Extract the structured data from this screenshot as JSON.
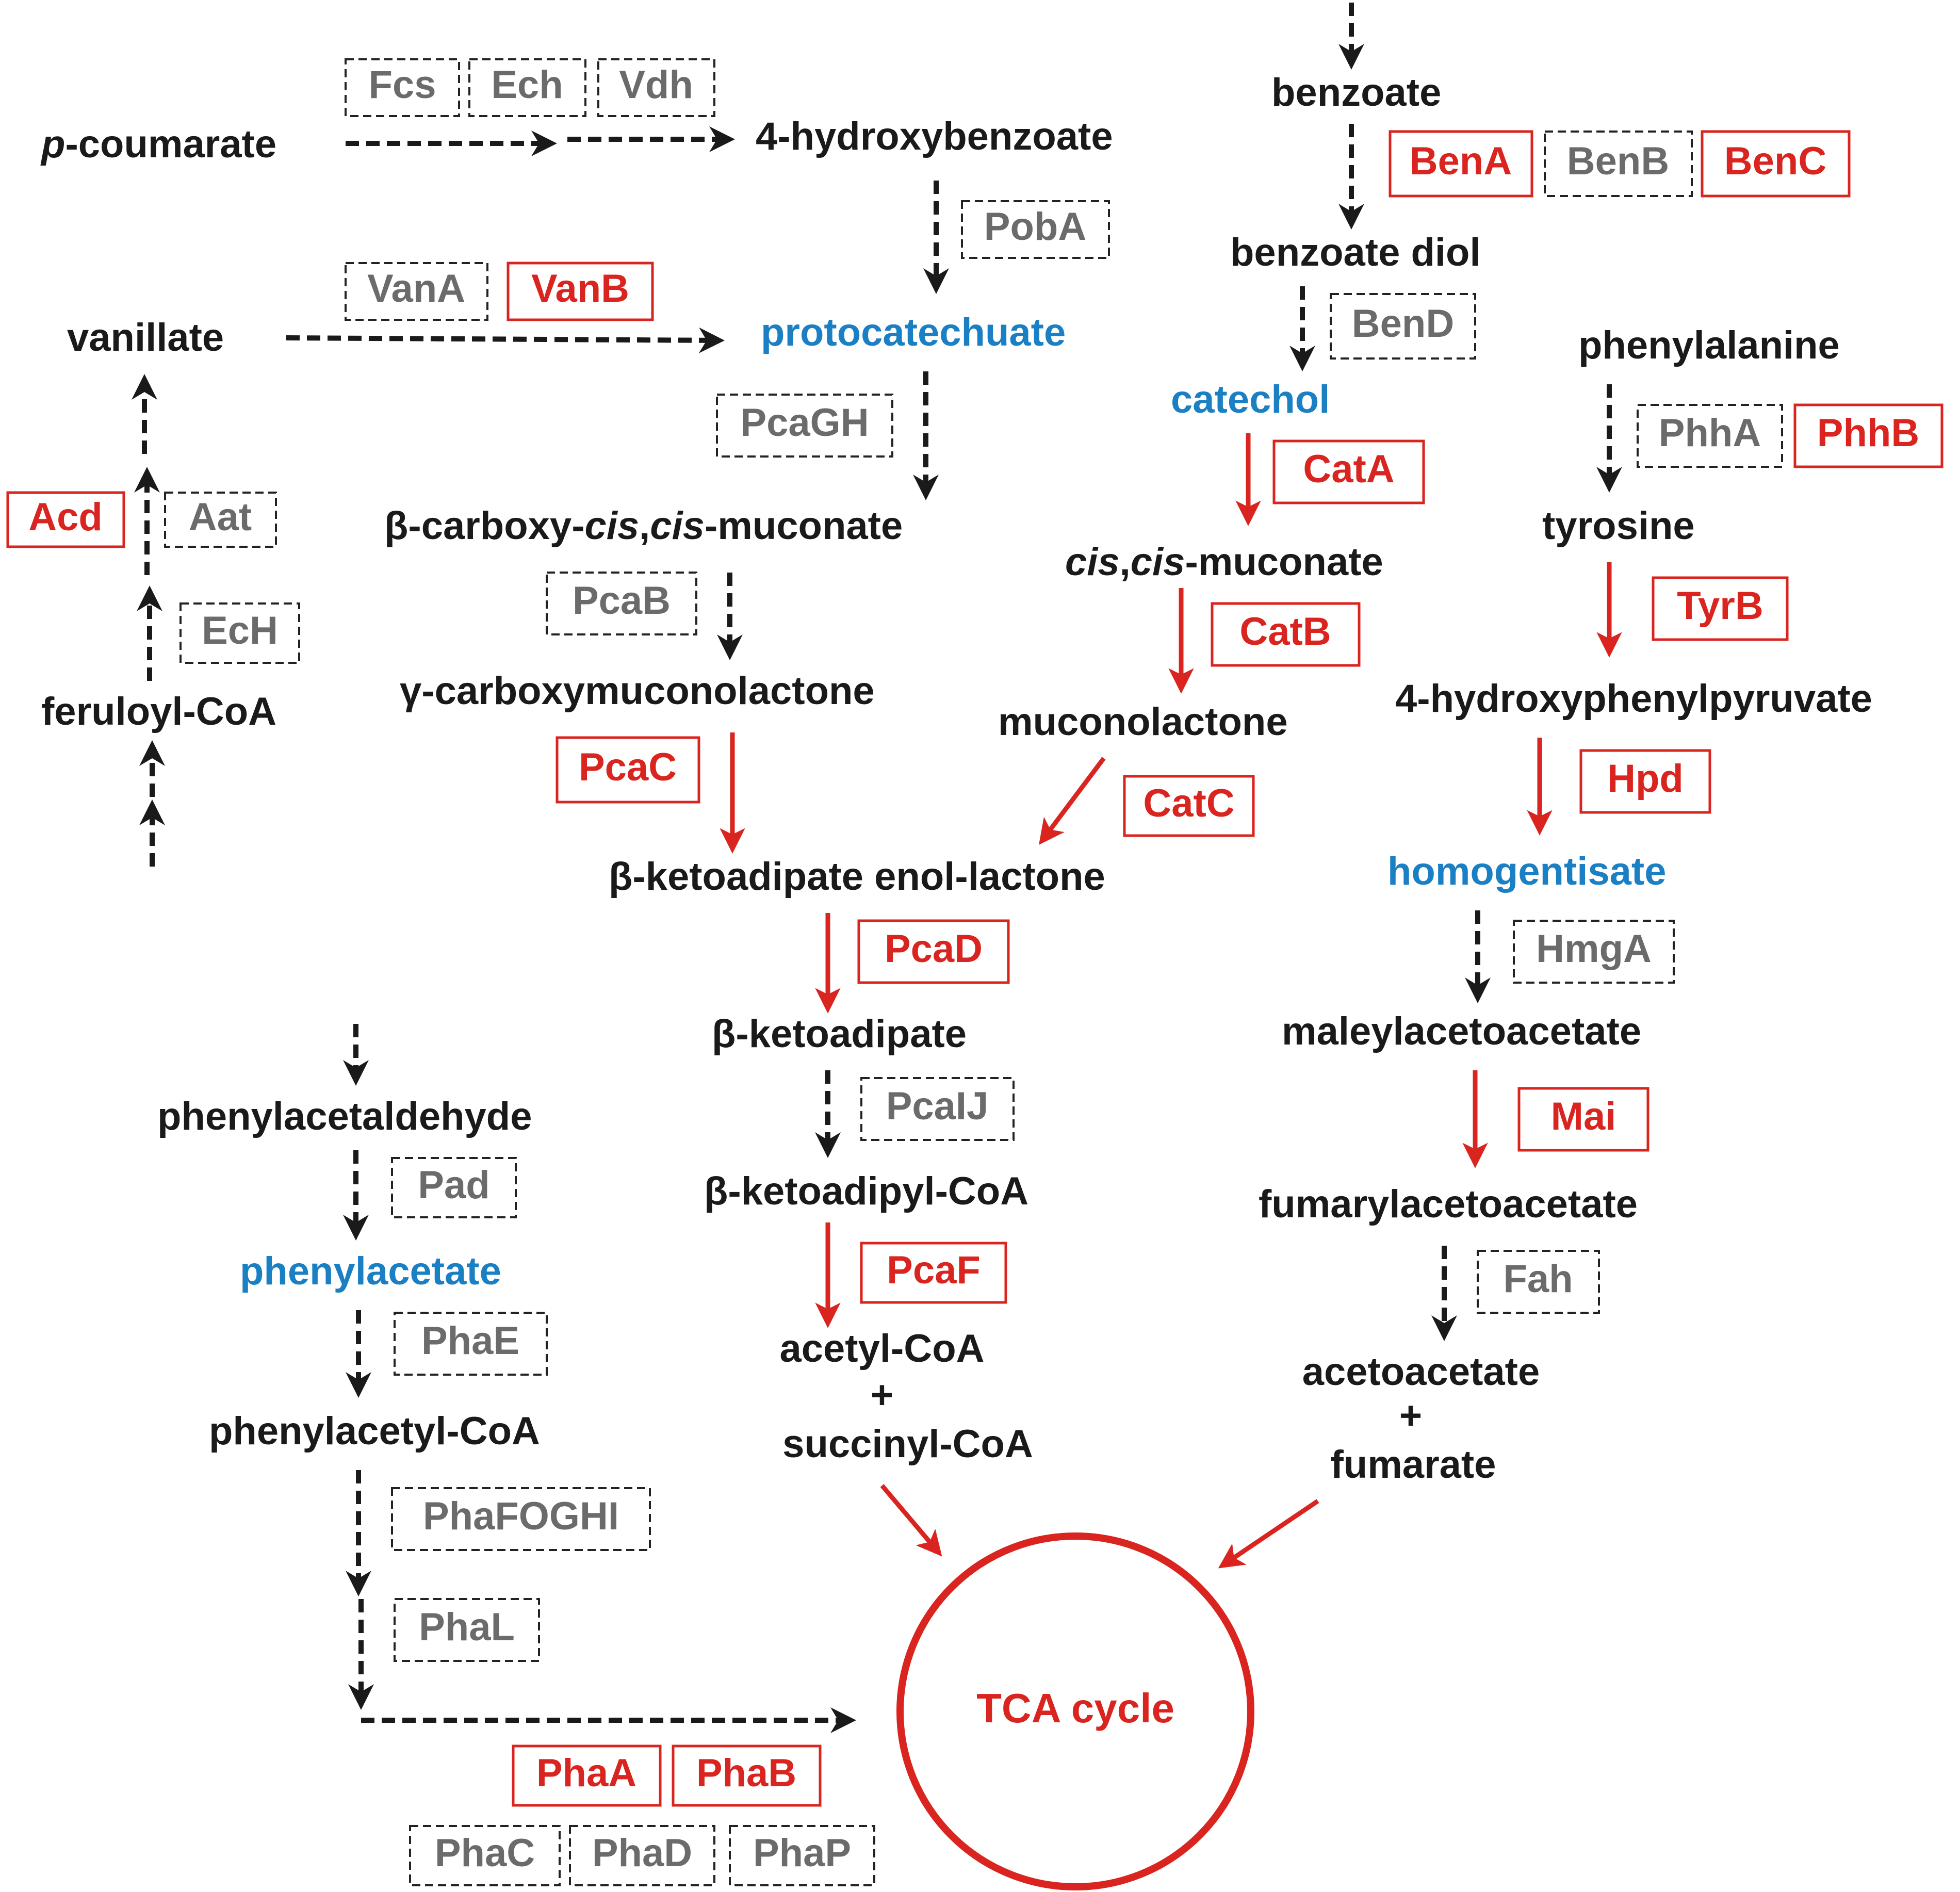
{
  "colors": {
    "required_enzyme": "#d9241f",
    "other_enzyme": "#6b6b6b",
    "hub_metabolite": "#1b7fc4",
    "metabolite": "#1a1a1a"
  },
  "metabolites": {
    "p_coumarate": {
      "italic_prefix": "p",
      "rest": "-coumarate"
    },
    "hydroxybenzoate": "4-hydroxybenzoate",
    "vanillate": "vanillate",
    "protocatechuate": "protocatechuate",
    "feruloyl_coa": "feruloyl-CoA",
    "carboxy_muconate": {
      "pre": "β-carboxy-",
      "it1": "cis",
      "comma": ",",
      "it2": "cis",
      "post": "-muconate"
    },
    "carboxymuconolactone": "γ-carboxymuconolactone",
    "ketoadipate_enol_lactone": "β-ketoadipate enol-lactone",
    "ketoadipate": "β-ketoadipate",
    "ketoadipyl_coa": "β-ketoadipyl-CoA",
    "acetyl_coa": "acetyl-CoA",
    "plus1": "+",
    "succinyl_coa": "succinyl-CoA",
    "benzoate": "benzoate",
    "benzoate_diol": "benzoate diol",
    "catechol": "catechol",
    "cis_cis_muconate": {
      "it1": "cis",
      "comma": ",",
      "it2": "cis",
      "post": "-muconate"
    },
    "muconolactone": "muconolactone",
    "phenylalanine": "phenylalanine",
    "tyrosine": "tyrosine",
    "hydroxyphenylpyruvate": "4-hydroxyphenylpyruvate",
    "homogentisate": "homogentisate",
    "maleylacetoacetate": "maleylacetoacetate",
    "fumarylacetoacetate": "fumarylacetoacetate",
    "acetoacetate": "acetoacetate",
    "plus2": "+",
    "fumarate": "fumarate",
    "phenylacetaldehyde": "phenylacetaldehyde",
    "phenylacetate": "phenylacetate",
    "phenylacetyl_coa": "phenylacetyl-CoA",
    "tca": "TCA cycle"
  },
  "enzymes": {
    "fcs": "Fcs",
    "ech": "Ech",
    "vdh": "Vdh",
    "poba": "PobA",
    "vana": "VanA",
    "vanb": "VanB",
    "pcagh": "PcaGH",
    "acd": "Acd",
    "aat": "Aat",
    "ech2": "EcH",
    "pcab": "PcaB",
    "pcac": "PcaC",
    "pcad": "PcaD",
    "pcaij": "PcaIJ",
    "pcaf": "PcaF",
    "bena": "BenA",
    "benb": "BenB",
    "benc": "BenC",
    "bend": "BenD",
    "cata": "CatA",
    "catb": "CatB",
    "catc": "CatC",
    "phha": "PhhA",
    "phhb": "PhhB",
    "tyrb": "TyrB",
    "hpd": "Hpd",
    "hmga": "HmgA",
    "mai": "Mai",
    "fah": "Fah",
    "pad": "Pad",
    "phae": "PhaE",
    "phafoghi": "PhaFOGHI",
    "phal": "PhaL",
    "phaa": "PhaA",
    "phab": "PhaB",
    "phac": "PhaC",
    "phad": "PhaD",
    "phap": "PhaP"
  }
}
